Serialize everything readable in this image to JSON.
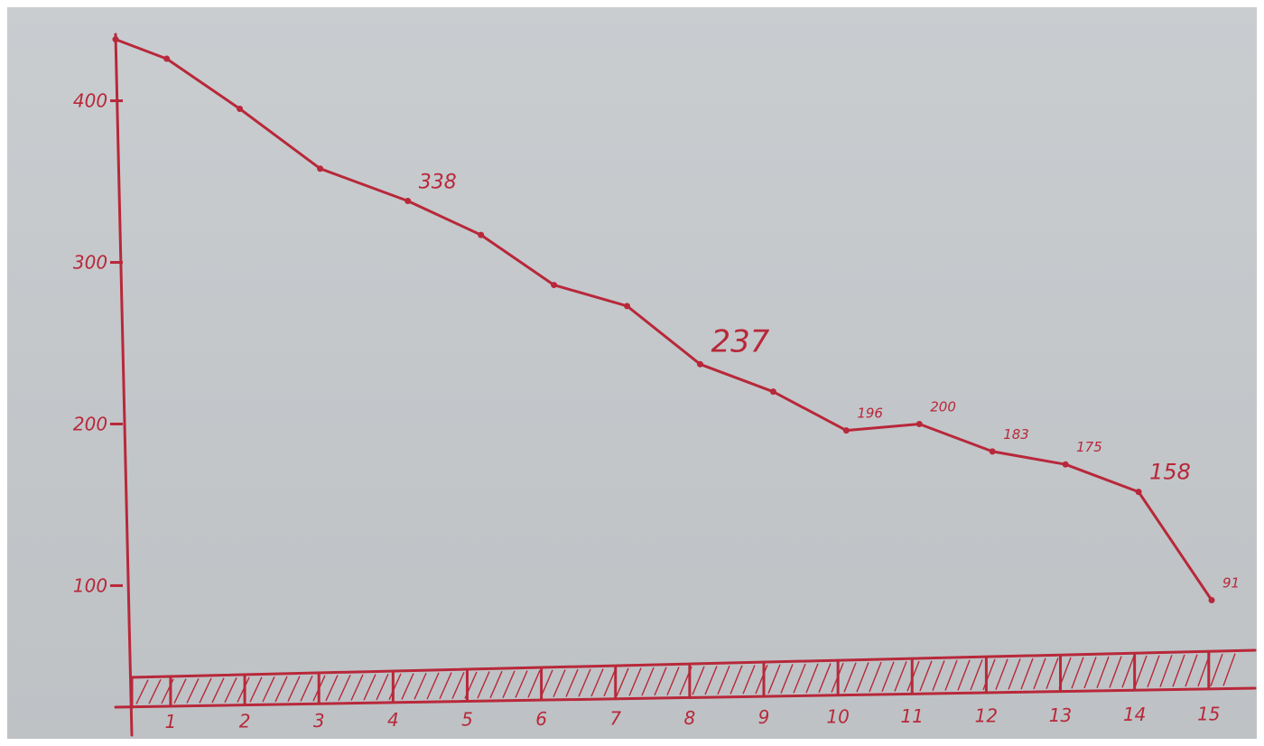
{
  "chart_data": {
    "type": "line",
    "title": "",
    "xlabel": "",
    "ylabel": "",
    "x": [
      0,
      0.7,
      1.7,
      2.8,
      4,
      5,
      6,
      7,
      8,
      9,
      10,
      11,
      12,
      13,
      14,
      15
    ],
    "y": [
      438,
      426,
      395,
      358,
      338,
      317,
      286,
      273,
      237,
      220,
      196,
      200,
      183,
      175,
      158,
      91
    ],
    "point_labels": [
      {
        "index": 4,
        "text": "338"
      },
      {
        "index": 8,
        "text": "237"
      },
      {
        "index": 10,
        "text": "196"
      },
      {
        "index": 11,
        "text": "200"
      },
      {
        "index": 12,
        "text": "183"
      },
      {
        "index": 13,
        "text": "175"
      },
      {
        "index": 14,
        "text": "158"
      },
      {
        "index": 15,
        "text": "91"
      }
    ],
    "x_ticks": [
      "1",
      "2",
      "3",
      "4",
      "5",
      "6",
      "7",
      "8",
      "9",
      "10",
      "11",
      "12",
      "13",
      "14",
      "15"
    ],
    "y_ticks": [
      "100",
      "200",
      "300",
      "400"
    ],
    "y_tick_values": [
      100,
      200,
      300,
      400
    ],
    "xlim": [
      0,
      15
    ],
    "ylim": [
      60,
      440
    ],
    "grid": false,
    "legend": "none",
    "colors": {
      "ink": "#b8283a",
      "paper": "#c6cacd"
    }
  }
}
